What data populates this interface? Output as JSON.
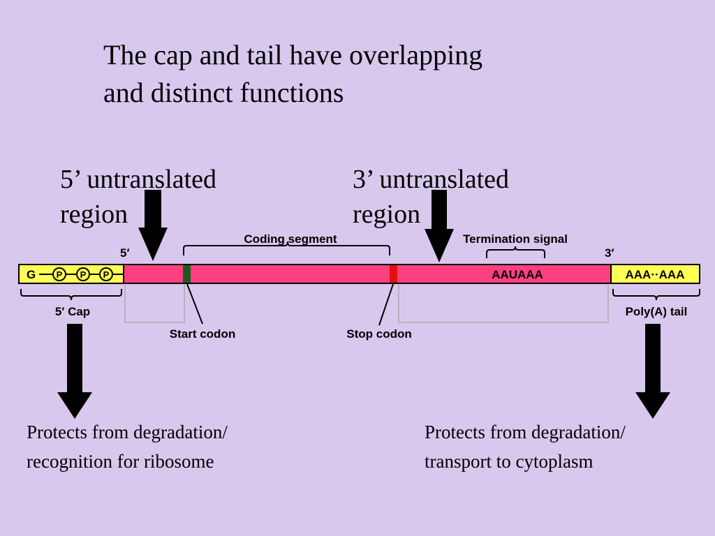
{
  "title": {
    "line1": "The cap and tail have overlapping",
    "line2": "and distinct functions"
  },
  "utr5": {
    "line1": "5’ untranslated",
    "line2": "region"
  },
  "utr3": {
    "line1": "3’ untranslated",
    "line2": "region"
  },
  "diagram": {
    "five_prime": "5′",
    "three_prime": "3′",
    "cap_g": "G",
    "phosphate": "P",
    "coding_segment": "Coding segment",
    "termination_signal": "Termination signal",
    "aauaaa": "AAUAAA",
    "polya_seq": "AAA··AAA",
    "cap_label": "5′ Cap",
    "polya_label": "Poly(A) tail",
    "start_codon": "Start codon",
    "stop_codon": "Stop codon"
  },
  "notes": {
    "left": {
      "line1": "Protects from degradation/",
      "line2": "recognition for ribosome"
    },
    "right": {
      "line1": "Protects from degradation/",
      "line2": "transport to cytoplasm"
    }
  },
  "colors": {
    "background": "#d8c8ee",
    "mrna_body": "#ff3f7f",
    "cap_fill": "#ffff55",
    "start_codon": "#1a5c1a",
    "stop_codon": "#e01010"
  }
}
